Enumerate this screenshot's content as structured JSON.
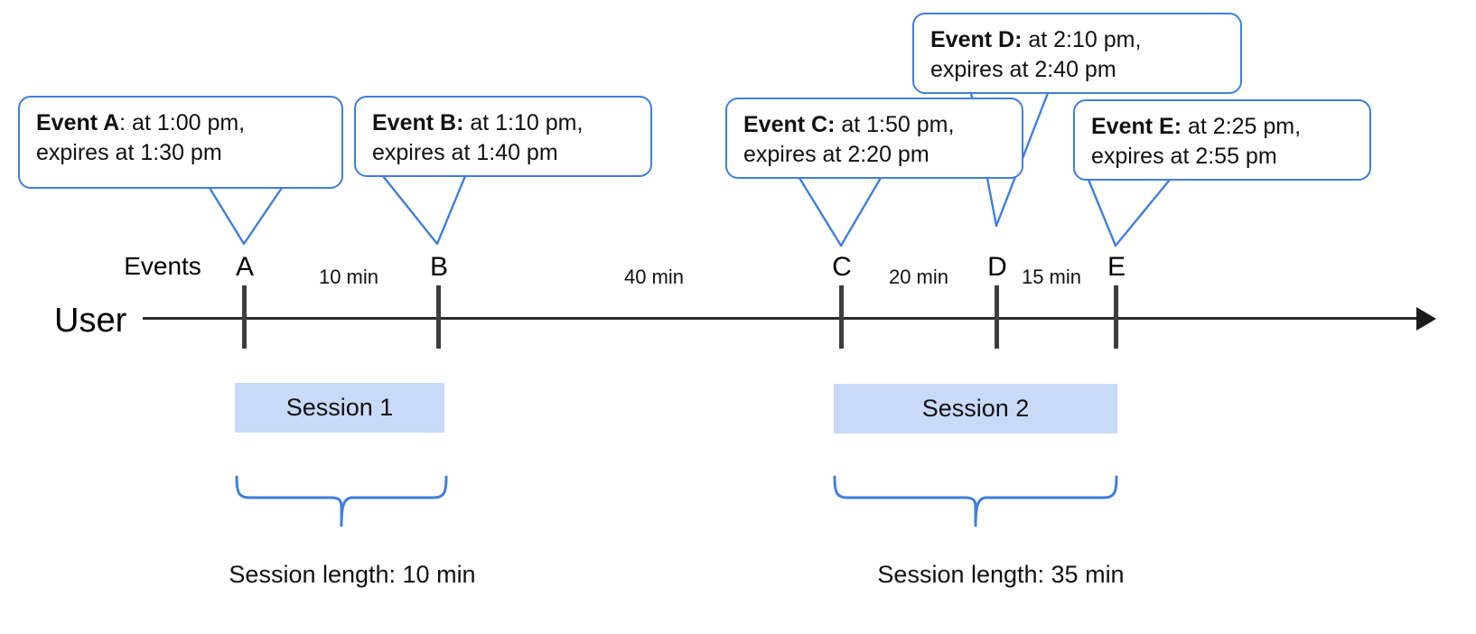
{
  "diagram": {
    "title": "Session timeline with event callouts",
    "accent_color": "#3f7fdd",
    "session_fill": "#c9daf8",
    "axis_color": "#2b2b2b"
  },
  "axis": {
    "row_label": "User",
    "events_label": "Events"
  },
  "events": [
    {
      "letter": "A",
      "bold": "Event A",
      "sep": ":",
      "line1": " at 1:00 pm,",
      "line2": "expires at 1:30 pm",
      "time": "1:00 pm",
      "expires": "1:30 pm"
    },
    {
      "letter": "B",
      "bold": "Event B:",
      "sep": "",
      "line1": " at 1:10 pm,",
      "line2": "expires at 1:40 pm",
      "time": "1:10 pm",
      "expires": "1:40 pm"
    },
    {
      "letter": "C",
      "bold": "Event C:",
      "sep": "",
      "line1": " at 1:50 pm,",
      "line2": "expires at 2:20 pm",
      "time": "1:50 pm",
      "expires": "2:20 pm"
    },
    {
      "letter": "D",
      "bold": "Event D:",
      "sep": "",
      "line1": " at 2:10 pm,",
      "line2": "expires at 2:40 pm",
      "time": "2:10 pm",
      "expires": "2:40 pm"
    },
    {
      "letter": "E",
      "bold": "Event E:",
      "sep": "",
      "line1": " at 2:25 pm,",
      "line2": "expires at 2:55 pm",
      "time": "2:25 pm",
      "expires": "2:55 pm"
    }
  ],
  "intervals": [
    {
      "label": "10 min",
      "from": "A",
      "to": "B"
    },
    {
      "label": "40 min",
      "from": "B",
      "to": "C"
    },
    {
      "label": "20 min",
      "from": "C",
      "to": "D"
    },
    {
      "label": "15 min",
      "from": "D",
      "to": "E"
    }
  ],
  "sessions": [
    {
      "name": "Session 1",
      "caption": "Session length: 10 min",
      "length": "10 min"
    },
    {
      "name": "Session 2",
      "caption": "Session length: 35 min",
      "length": "35 min"
    }
  ]
}
